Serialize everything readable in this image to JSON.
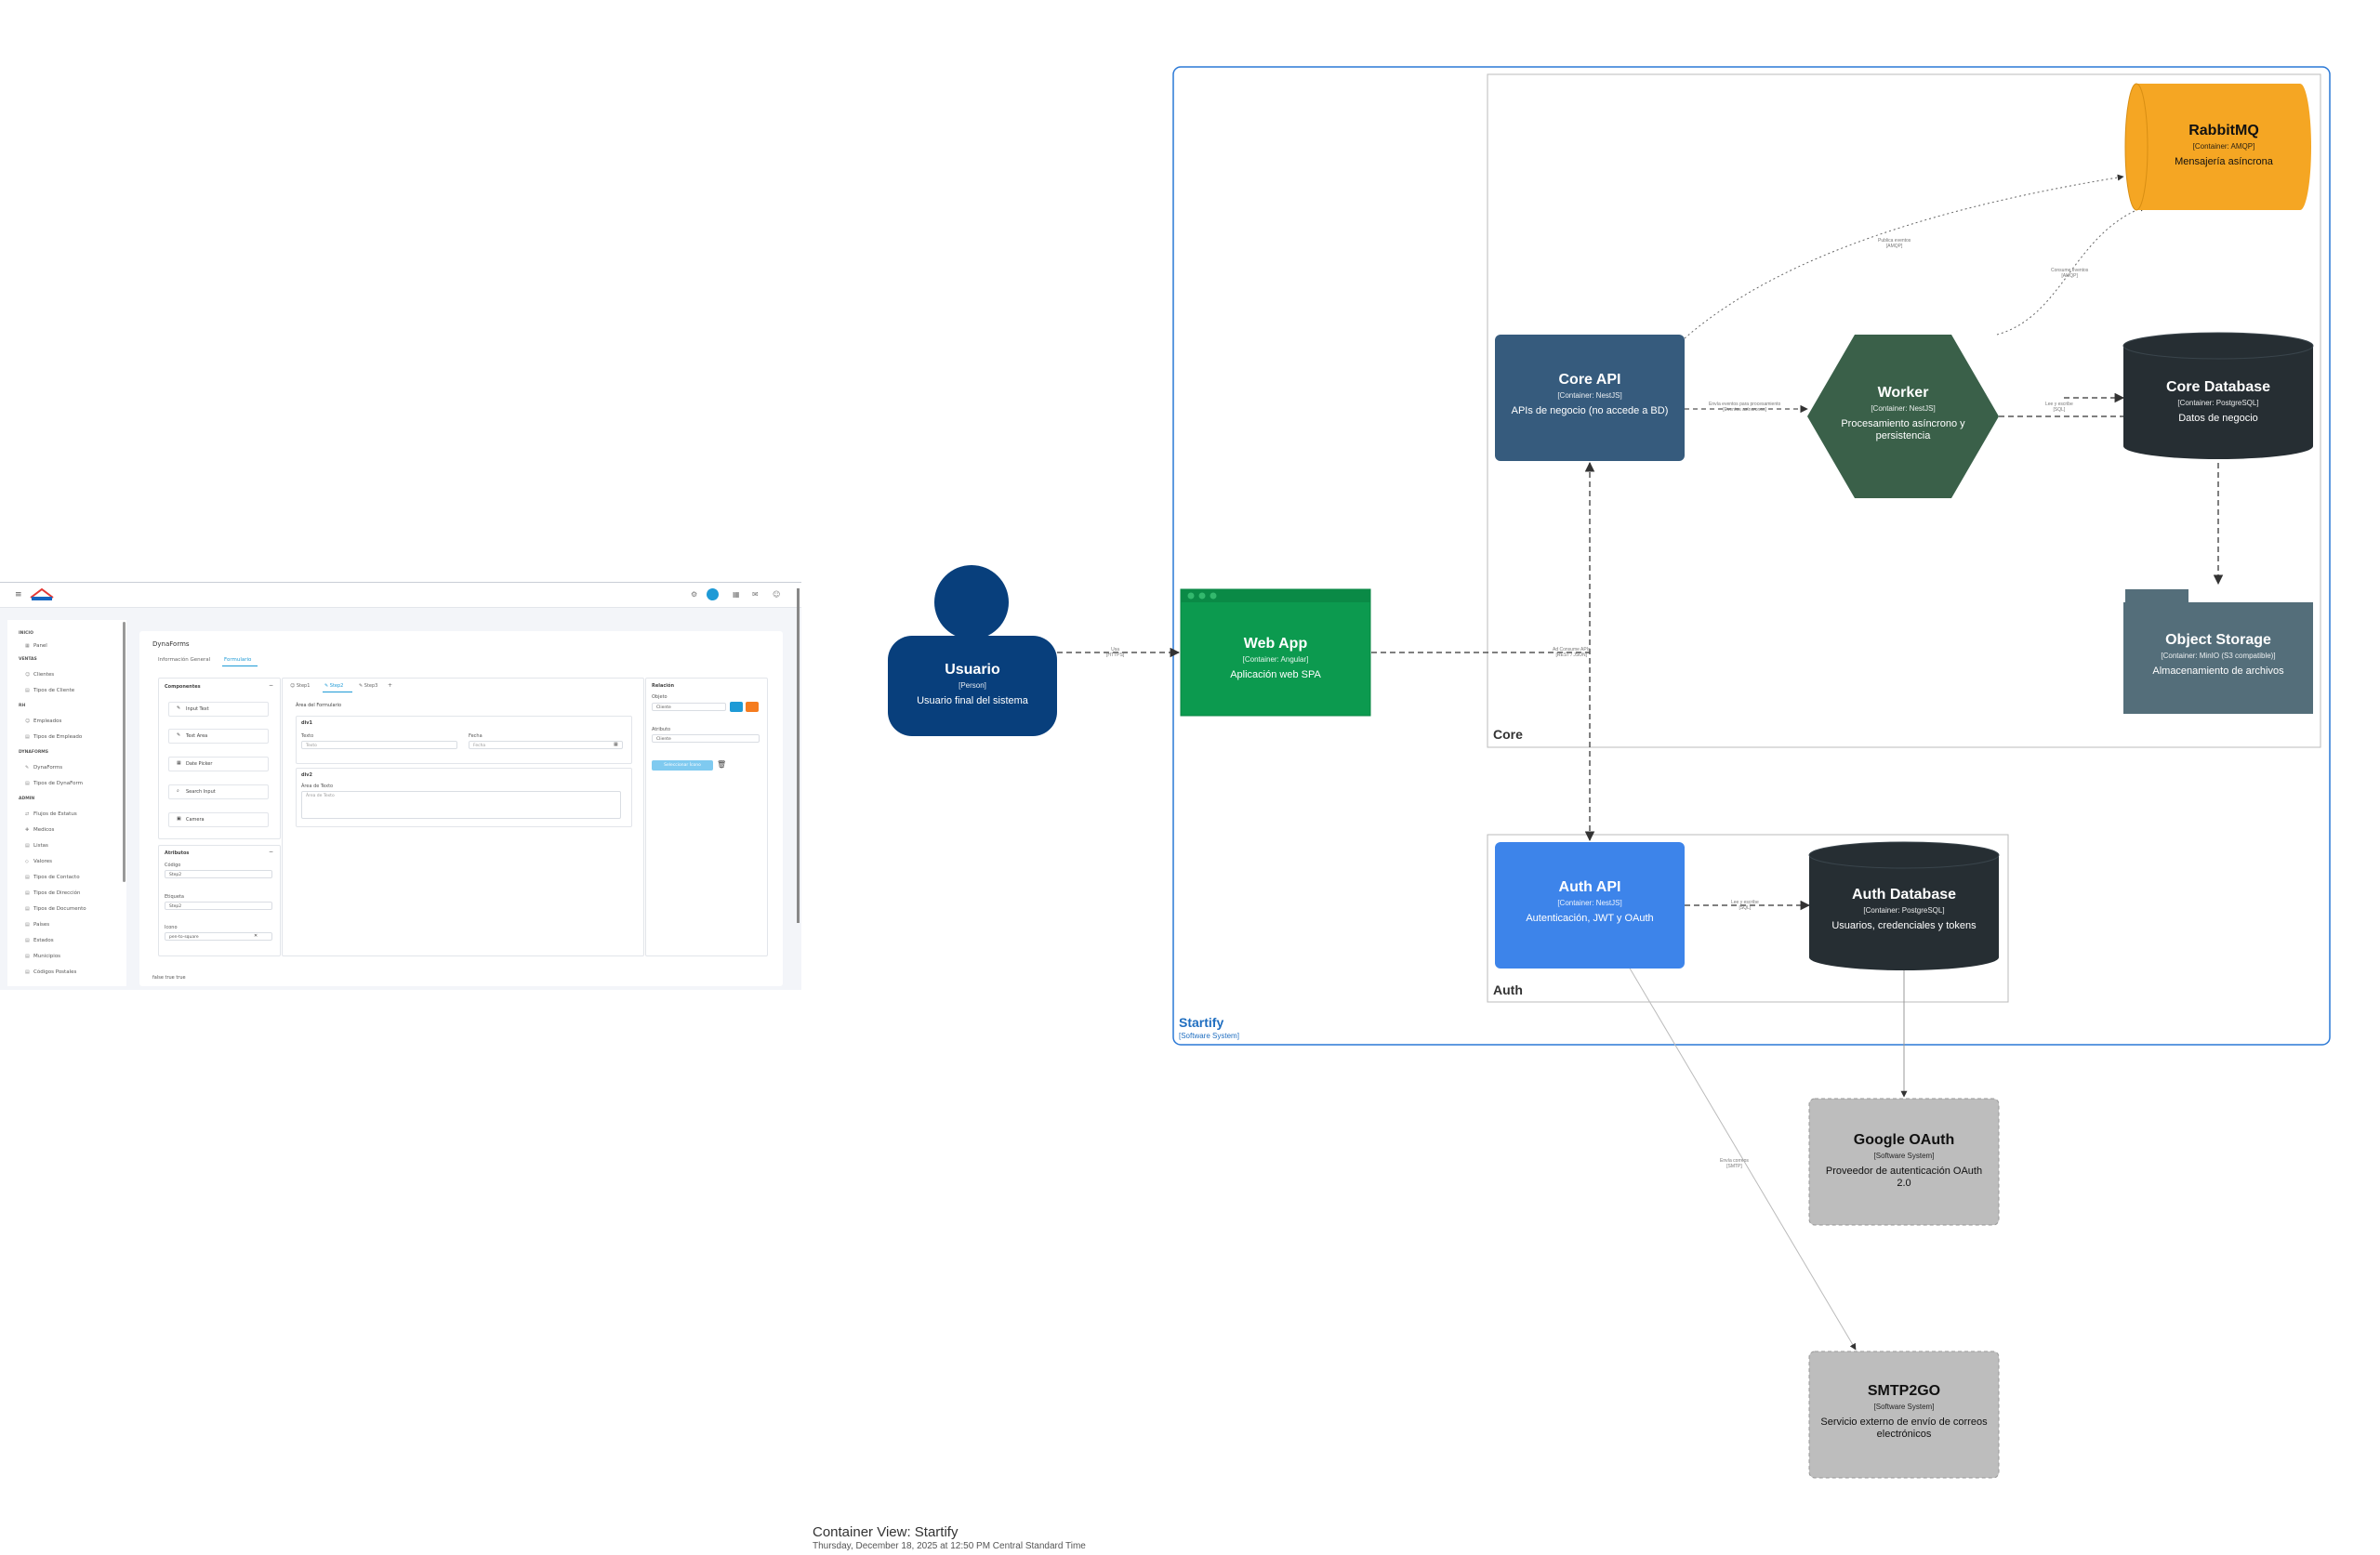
{
  "mock_app": {
    "sidebar": {
      "sections": [
        {
          "title": "INICIO",
          "items": [
            "Panel"
          ]
        },
        {
          "title": "VENTAS",
          "items": [
            "Clientes",
            "Tipos de Cliente"
          ]
        },
        {
          "title": "RH",
          "items": [
            "Empleados",
            "Tipos de Empleado"
          ]
        },
        {
          "title": "DYNAFORMS",
          "items": [
            "DynaForms",
            "Tipos de DynaForm"
          ]
        },
        {
          "title": "ADMIN",
          "items": [
            "Flujos de Estatus",
            "Medicos",
            "Listas",
            "Valores",
            "Tipos de Contacto",
            "Tipos de Dirección",
            "Tipos de Documento",
            "Países",
            "Estados",
            "Municipios",
            "Códigos Postales"
          ]
        }
      ]
    },
    "panel": {
      "title": "DynaForms",
      "tabs": [
        "Información General",
        "Formulario"
      ],
      "components": {
        "title": "Componentes",
        "items": [
          "Input Text",
          "Text Area",
          "Date Picker",
          "Search Input",
          "Camera"
        ]
      },
      "steps": [
        "Step1",
        "Step2",
        "Step3"
      ],
      "form_area": {
        "title": "Área del Formulario",
        "div1": "div1",
        "texto_label": "Texto",
        "texto_placeholder": "Texto",
        "fecha_label": "Fecha",
        "fecha_placeholder": "Fecha",
        "div2": "div2",
        "area_label": "Área de Texto",
        "area_placeholder": "Área de Texto"
      },
      "attributes": {
        "title": "Atributos",
        "codigo_label": "Código",
        "codigo_value": "Step2",
        "etiqueta_label": "Etiqueta",
        "etiqueta_value": "Step2",
        "icono_label": "Icono",
        "icono_value": "pen-to-square"
      },
      "relation": {
        "title": "Relación",
        "objeto_label": "Objeto",
        "objeto_value": "Cliente",
        "atributo_label": "Atributo",
        "atributo_value": "Cliente",
        "select_button": "Seleccionar Ícono"
      },
      "footer_text": "false true true"
    }
  },
  "diagram": {
    "usuario": {
      "title": "Usuario",
      "type": "[Person]",
      "desc": "Usuario final del sistema"
    },
    "web_app": {
      "title": "Web App",
      "type": "[Container: Angular]",
      "desc": "Aplicación web SPA"
    },
    "core_api": {
      "title": "Core API",
      "type": "[Container: NestJS]",
      "desc": "APIs de negocio (no accede a BD)"
    },
    "worker": {
      "title": "Worker",
      "type": "[Container: NestJS]",
      "desc": "Procesamiento asíncrono y persistencia"
    },
    "rabbitmq": {
      "title": "RabbitMQ",
      "type": "[Container: AMQP]",
      "desc": "Mensajería asíncrona"
    },
    "core_db": {
      "title": "Core Database",
      "type": "[Container: PostgreSQL]",
      "desc": "Datos de negocio"
    },
    "object_storage": {
      "title": "Object Storage",
      "type": "[Container: MinIO (S3 compatible)]",
      "desc": "Almacenamiento de archivos"
    },
    "auth_api": {
      "title": "Auth API",
      "type": "[Container: NestJS]",
      "desc": "Autenticación, JWT y OAuth"
    },
    "auth_db": {
      "title": "Auth Database",
      "type": "[Container: PostgreSQL]",
      "desc": "Usuarios, credenciales y tokens"
    },
    "google_oauth": {
      "title": "Google OAuth",
      "type": "[Software System]",
      "desc": "Proveedor de autenticación OAuth 2.0"
    },
    "smtp2go": {
      "title": "SMTP2GO",
      "type": "[Software System]",
      "desc": "Servicio externo de envío de correos electrónicos"
    },
    "boundaries": {
      "startify": {
        "title": "Startify",
        "type": "[Software System]"
      },
      "core": {
        "title": "Core"
      },
      "auth": {
        "title": "Auth"
      }
    },
    "edge_labels": {
      "usuario_webapp": [
        "Usa",
        "[HTTPS]"
      ],
      "webapp_api": [
        "Ad Consume APIs",
        "[REST / JSON]"
      ],
      "core_worker": [
        "Envía eventos para procesamiento",
        "[Eventos asíncronos]"
      ],
      "core_rabbit": [
        "Publica eventos",
        "[AMQP]"
      ],
      "worker_rabbit": [
        "Consume eventos",
        "[AMQP]"
      ],
      "worker_db": [
        "Lee y escribe",
        "[SQL]"
      ],
      "auth_db": [
        "Lee y escribe",
        "[SQL]"
      ],
      "auth_smtp": [
        "Envía correos",
        "[SMTP]"
      ]
    },
    "colors": {
      "person": "#083f7c",
      "web_app": "#0c9a4f",
      "core_api": "#365b7d",
      "worker": "#3a6049",
      "rabbitmq": "#f5a623",
      "database": "#262e33",
      "storage": "#546e7a",
      "auth_api": "#3d84ea",
      "external": "#bdbdbd",
      "boundary": "#1f6ec0"
    },
    "footer_title": "Container View: Startify",
    "footer_date": "Thursday, December 18, 2025 at 12:50 PM Central Standard Time"
  }
}
